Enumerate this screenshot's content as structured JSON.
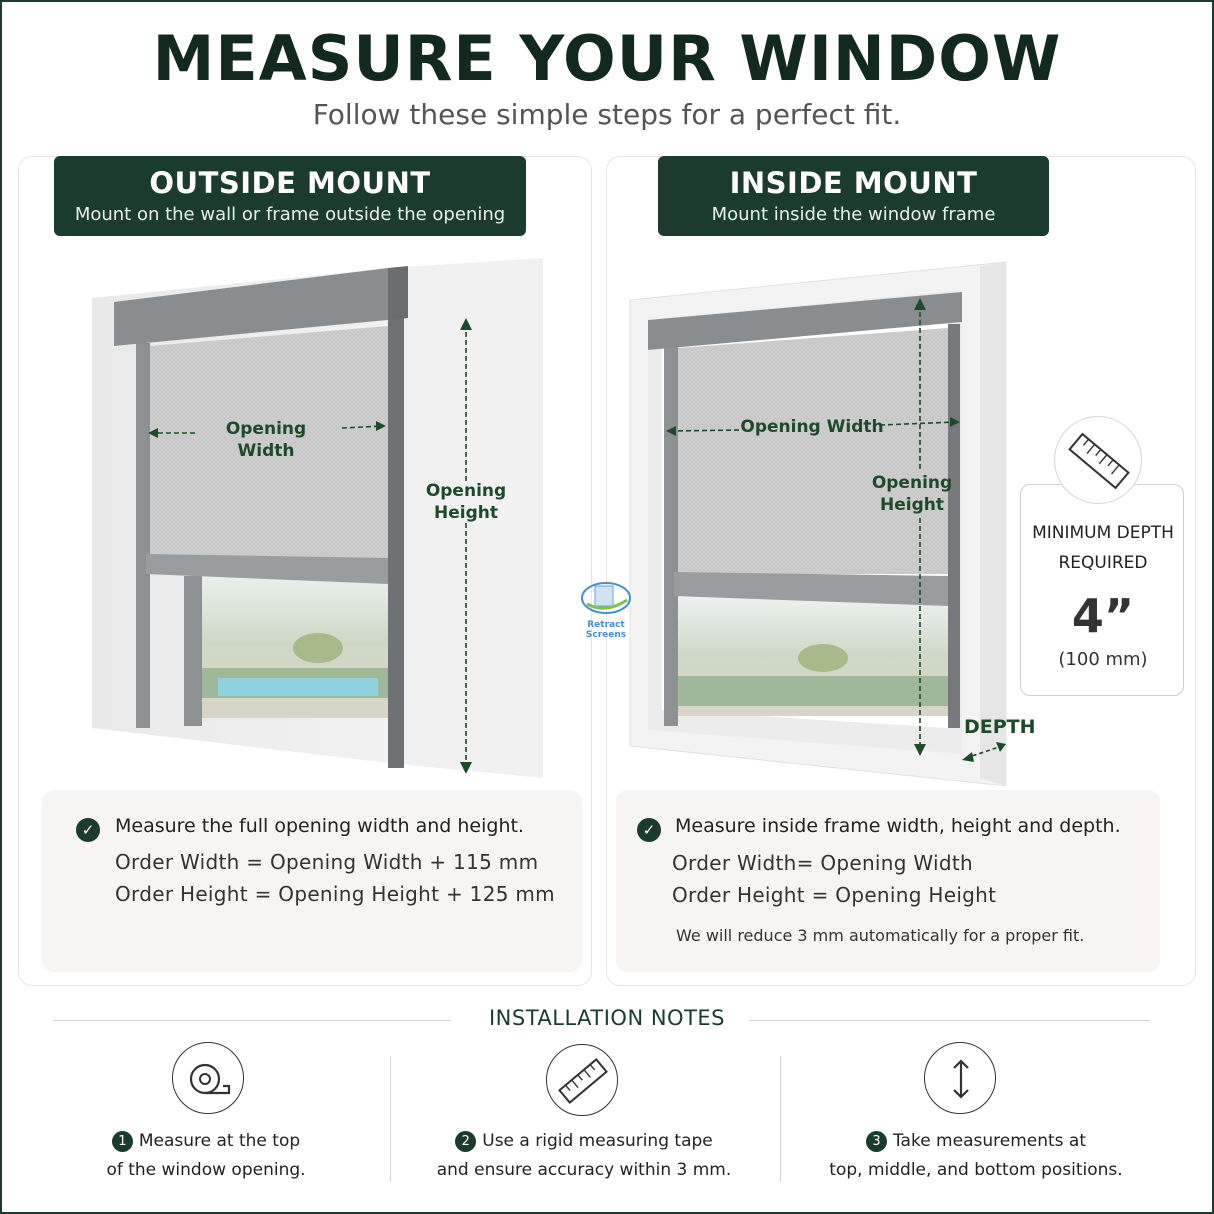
{
  "header": {
    "title": "MEASURE YOUR WINDOW",
    "subtitle": "Follow these simple steps for a perfect fit."
  },
  "outside_mount": {
    "title": "OUTSIDE MOUNT",
    "subtitle": "Mount on the wall or frame outside the opening",
    "width_label": "Opening Width",
    "height_label_1": "Opening",
    "height_label_2": "Height",
    "note_main": "Measure the full opening width and height.",
    "note_width": "Order Width = Opening Width + 115 mm",
    "note_height": "Order Height = Opening Height + 125 mm"
  },
  "inside_mount": {
    "title": "INSIDE MOUNT",
    "subtitle": "Mount inside the window frame",
    "width_label": "Opening Width",
    "height_label_1": "Opening",
    "height_label_2": "Height",
    "depth_word": "DEPTH",
    "note_main": "Measure inside frame width, height and depth.",
    "note_width": "Order Width= Opening Width",
    "note_height": "Order Height = Opening Height",
    "note_small": "We will reduce 3 mm automatically for a proper fit."
  },
  "depth_card": {
    "label_1": "MINIMUM DEPTH",
    "label_2": "REQUIRED",
    "value": "4”",
    "metric": "(100 mm)",
    "icon": "ruler-icon"
  },
  "logo": {
    "text": "Retract Screens"
  },
  "installation": {
    "title": "INSTALLATION NOTES",
    "steps": [
      {
        "num": "1",
        "line1": "Measure at the top",
        "line2": "of the window opening.",
        "icon": "tape-measure-icon"
      },
      {
        "num": "2",
        "line1": "Use a rigid measuring tape",
        "line2": "and ensure accuracy within 3 mm.",
        "icon": "ruler-icon"
      },
      {
        "num": "3",
        "line1": "Take measurements at",
        "line2": "top, middle, and bottom positions.",
        "icon": "vertical-arrows-icon"
      }
    ]
  },
  "colors": {
    "brand_green": "#1b3b2e",
    "label_green": "#1d4a2b",
    "screen_gray": "#8a8d90"
  }
}
